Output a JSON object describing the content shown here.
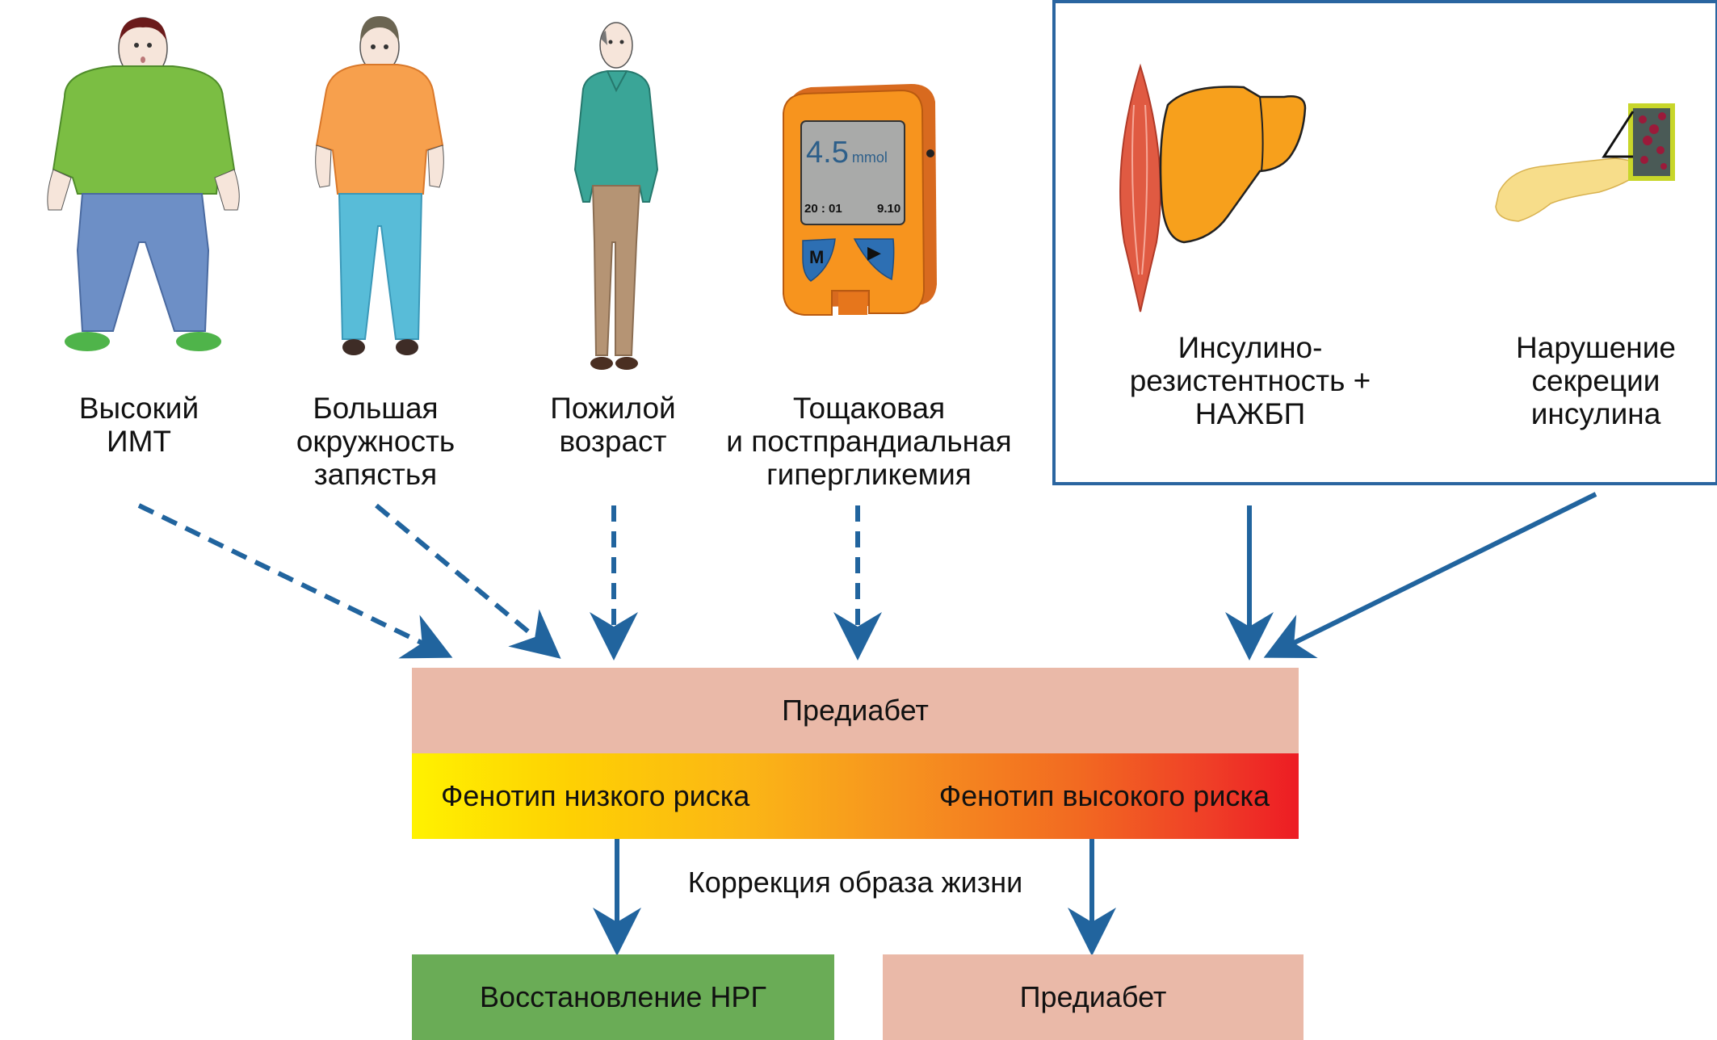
{
  "colors": {
    "arrow": "#21649e",
    "box_border": "#2a65a0",
    "prediabetes_fill": "#eab9a8",
    "normal_fill": "#6aac56",
    "gradient_low": "#fff200",
    "gradient_high": "#ed1c24"
  },
  "risk_factors": [
    {
      "id": "bmi",
      "icon": "obese-man-icon",
      "lines": [
        "Высокий",
        "ИМТ"
      ]
    },
    {
      "id": "wrist",
      "icon": "overweight-man-icon",
      "lines": [
        "Большая",
        "окружность",
        "запястья"
      ]
    },
    {
      "id": "age",
      "icon": "elderly-man-icon",
      "lines": [
        "Пожилой",
        "возраст"
      ]
    },
    {
      "id": "glycemia",
      "icon": "glucometer-icon",
      "lines": [
        "Тощаковая",
        "и постпрандиальная",
        "гипергликемия"
      ]
    }
  ],
  "glucometer": {
    "reading": "4.5",
    "unit": "mmol",
    "time": "20 : 01",
    "date": "9.10",
    "button_m": "M",
    "button_play": "▶"
  },
  "mechanisms_box": {
    "items": [
      {
        "id": "insulin-resistance",
        "icons": [
          "muscle-icon",
          "liver-icon"
        ],
        "lines": [
          "Инсулино-",
          "резистентность +",
          "НАЖБП"
        ]
      },
      {
        "id": "secretion",
        "icons": [
          "pancreas-icon",
          "islet-cells-icon"
        ],
        "lines": [
          "Нарушение",
          "секреции",
          "инсулина"
        ]
      }
    ]
  },
  "prediabetes_bar": {
    "label": "Предиабет"
  },
  "risk_bar": {
    "low_label": "Фенотип низкого риска",
    "high_label": "Фенотип высокого риска"
  },
  "intervention": {
    "label": "Коррекция образа жизни"
  },
  "outcomes": {
    "normal": "Восстановление НРГ",
    "prediabetes": "Предиабет"
  }
}
